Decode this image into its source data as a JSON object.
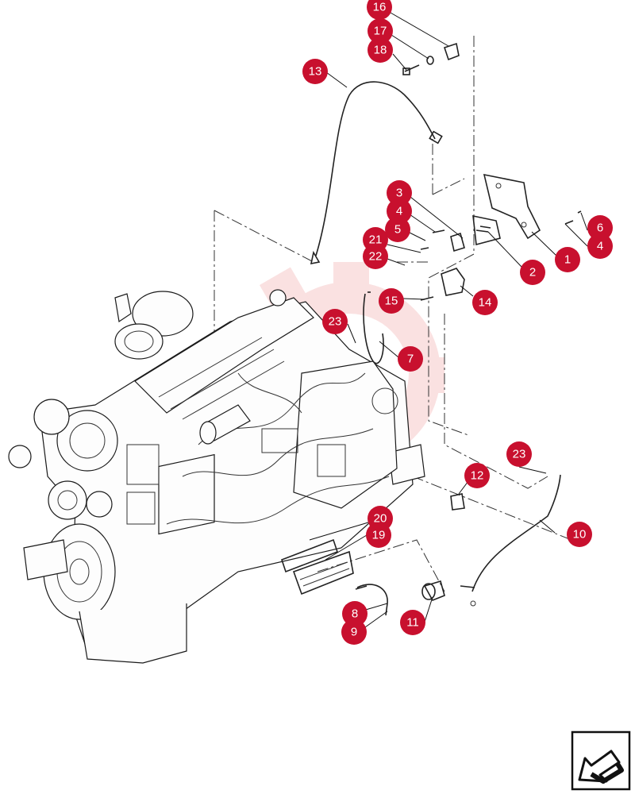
{
  "callouts": [
    {
      "id": "c16",
      "label": "16"
    },
    {
      "id": "c17",
      "label": "17"
    },
    {
      "id": "c18",
      "label": "18"
    },
    {
      "id": "c13",
      "label": "13"
    },
    {
      "id": "c3",
      "label": "3"
    },
    {
      "id": "c4a",
      "label": "4"
    },
    {
      "id": "c5",
      "label": "5"
    },
    {
      "id": "c21",
      "label": "21"
    },
    {
      "id": "c22",
      "label": "22"
    },
    {
      "id": "c6",
      "label": "6"
    },
    {
      "id": "c4b",
      "label": "4"
    },
    {
      "id": "c1",
      "label": "1"
    },
    {
      "id": "c2",
      "label": "2"
    },
    {
      "id": "c14",
      "label": "14"
    },
    {
      "id": "c15",
      "label": "15"
    },
    {
      "id": "c23a",
      "label": "23"
    },
    {
      "id": "c7",
      "label": "7"
    },
    {
      "id": "c23b",
      "label": "23"
    },
    {
      "id": "c12",
      "label": "12"
    },
    {
      "id": "c10",
      "label": "10"
    },
    {
      "id": "c20",
      "label": "20"
    },
    {
      "id": "c19",
      "label": "19"
    },
    {
      "id": "c8",
      "label": "8"
    },
    {
      "id": "c9",
      "label": "9"
    },
    {
      "id": "c11",
      "label": "11"
    }
  ],
  "colors": {
    "callout_fill": "#c8102e",
    "callout_text": "#ffffff",
    "line": "#222222",
    "watermark": "#f6c9c9"
  },
  "nav_icon": "next-page-arrow-icon"
}
